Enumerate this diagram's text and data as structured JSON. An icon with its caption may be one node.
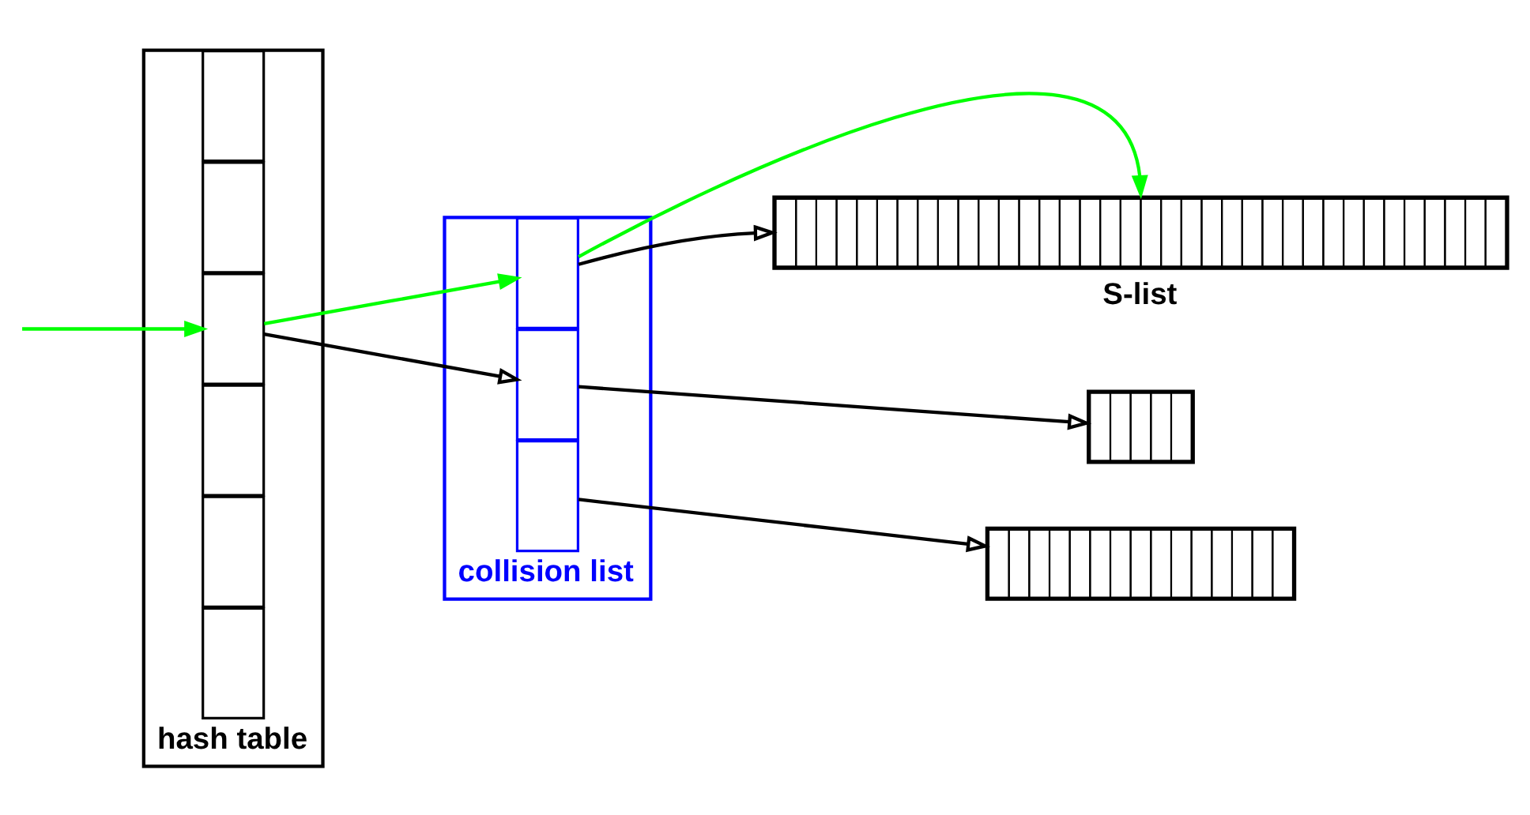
{
  "diagram": {
    "nodes": [
      {
        "text": [
          "hash table"
        ]
      },
      {
        "text": [],
        "shape": "box",
        "in": 0
      },
      {
        "text": [],
        "shape": "box",
        "in": 0
      },
      {
        "text": [],
        "shape": "box",
        "in": 0
      },
      {
        "text": [],
        "shape": "box",
        "in": 0
      },
      {
        "text": [],
        "shape": "box",
        "in": 0
      },
      {
        "text": [],
        "shape": "box",
        "in": 0
      },
      {
        "text": [
          "collision list"
        ]
      },
      {
        "text": [],
        "shape": "box",
        "in": 7
      },
      {
        "text": [],
        "shape": "box",
        "in": 7
      },
      {
        "text": [],
        "shape": "box",
        "in": 7
      },
      {
        "text": [
          "S-list"
        ]
      },
      {
        "text": [],
        "shape": "bar"
      },
      {
        "text": [],
        "shape": "bar"
      }
    ],
    "edges": [
      {
        "from": null,
        "to": 3,
        "arrow": "to",
        "color": "#00ff00"
      },
      {
        "from": 3,
        "to": 8,
        "arrow": "to",
        "color": "#00ff00"
      },
      {
        "from": 3,
        "to": 9,
        "arrow": "to"
      },
      {
        "from": 8,
        "to": 11,
        "arrow": "to"
      },
      {
        "from": 8,
        "to": 11,
        "arrow": "to",
        "color": "#00ff00"
      },
      {
        "from": 9,
        "to": 12,
        "arrow": "to"
      },
      {
        "from": 10,
        "to": 13,
        "arrow": "to"
      }
    ]
  }
}
